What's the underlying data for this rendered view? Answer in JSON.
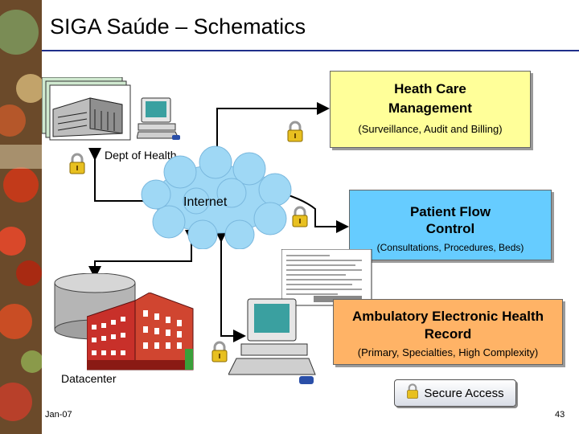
{
  "slide": {
    "title": "SIGA Saúde – Schematics",
    "footer_date": "Jan-07",
    "page_number": "43"
  },
  "nodes": {
    "dept_of_health": "Dept of Health",
    "internet": "Internet",
    "datacenter": "Datacenter"
  },
  "boxes": {
    "health_care": {
      "title": "Heath Care Management",
      "subtitle": "(Surveillance, Audit and Billing)",
      "color": "#ffff99"
    },
    "patient_flow": {
      "title": "Patient Flow Control",
      "subtitle": "(Consultations, Procedures, Beds)",
      "color": "#66ccff"
    },
    "ehr": {
      "title": "Ambulatory Electronic Health Record",
      "subtitle": "(Primary, Specialties, High Complexity)",
      "color": "#ffb366"
    }
  },
  "secure_access": {
    "label": "Secure Access"
  },
  "icons": [
    "building-icon",
    "computer-icon",
    "padlock-icon",
    "cloud-icon",
    "database-icon",
    "hospital-icon",
    "document-icon",
    "key-icon"
  ],
  "colors": {
    "rule": "#1f2f8a",
    "padlock": "#e8c020"
  }
}
